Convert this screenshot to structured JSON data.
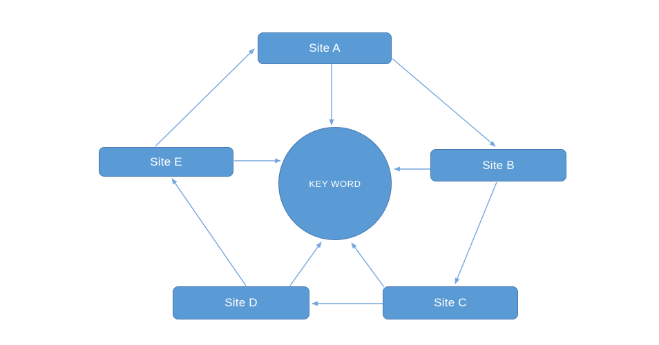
{
  "diagram": {
    "center": {
      "id": "keyword",
      "label": "KEY WORD"
    },
    "nodes": [
      {
        "id": "site-a",
        "label": "Site A"
      },
      {
        "id": "site-b",
        "label": "Site B"
      },
      {
        "id": "site-c",
        "label": "Site C"
      },
      {
        "id": "site-d",
        "label": "Site D"
      },
      {
        "id": "site-e",
        "label": "Site E"
      }
    ],
    "edges": [
      {
        "from": "site-e",
        "to": "site-a"
      },
      {
        "from": "site-a",
        "to": "keyword"
      },
      {
        "from": "site-a",
        "to": "site-b"
      },
      {
        "from": "site-b",
        "to": "keyword"
      },
      {
        "from": "site-b",
        "to": "site-c"
      },
      {
        "from": "site-c",
        "to": "keyword"
      },
      {
        "from": "site-c",
        "to": "site-d"
      },
      {
        "from": "site-d",
        "to": "keyword"
      },
      {
        "from": "site-d",
        "to": "site-e"
      },
      {
        "from": "site-e",
        "to": "keyword"
      }
    ],
    "colors": {
      "background": "#FFFFFF",
      "node_fill": "#5B9BD5",
      "node_border": "#4576B0",
      "arrow": "#74A7DE",
      "text": "#FFFFFF"
    }
  }
}
